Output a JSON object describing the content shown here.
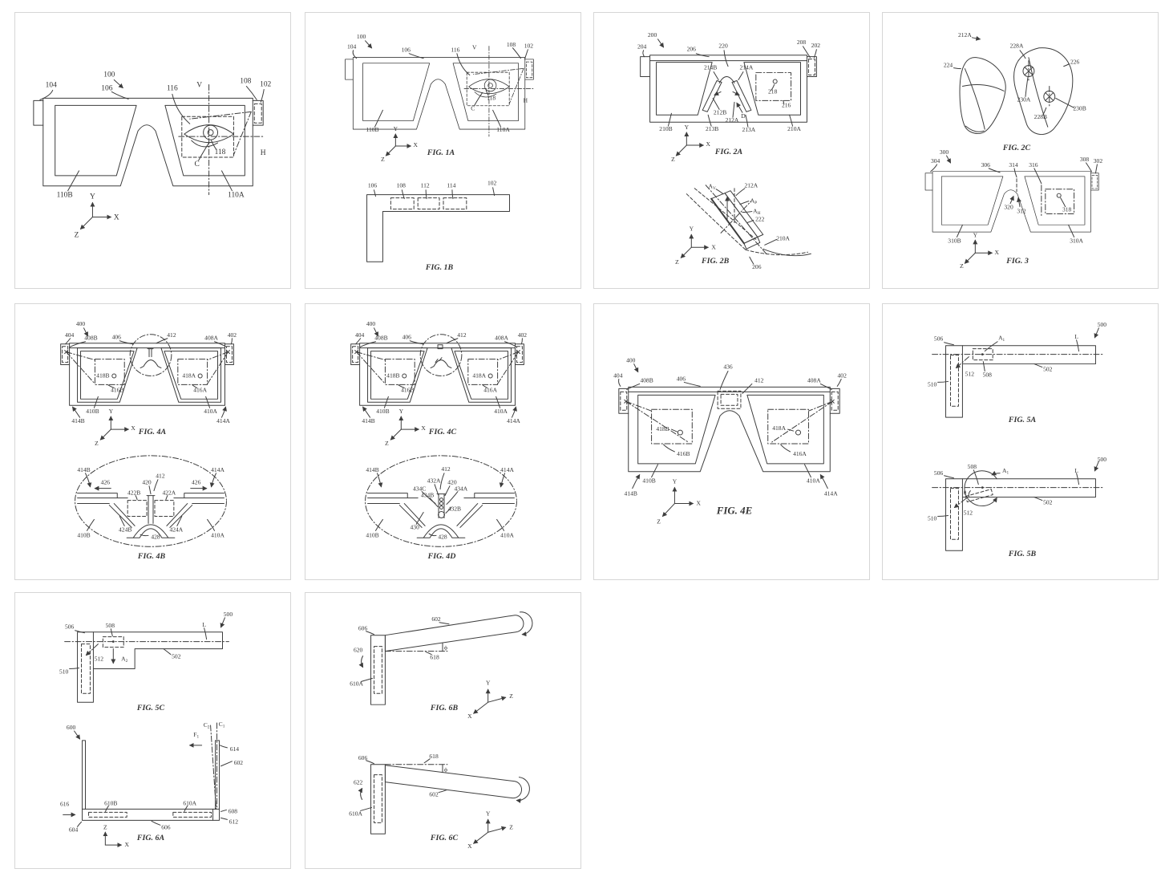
{
  "page": {
    "bg": "#ffffff",
    "panel_border": "#d6d6d6",
    "ink": "#3d3d3d"
  },
  "axes": {
    "x": "X",
    "y": "Y",
    "z": "Z"
  },
  "f1": {
    "r": {
      "100": "100",
      "104": "104",
      "106": "106",
      "116": "116",
      "V": "V",
      "108": "108",
      "102": "102",
      "118": "118",
      "C": "C",
      "H": "H",
      "110B": "110B",
      "110A": "110A"
    }
  },
  "f1a": {
    "cap": "FIG. 1A",
    "r": {
      "100": "100",
      "104": "104",
      "106": "106",
      "116": "116",
      "V": "V",
      "108": "108",
      "102": "102",
      "118": "118",
      "C": "C",
      "H": "H",
      "110B": "110B",
      "110A": "110A"
    }
  },
  "f1b": {
    "cap": "FIG. 1B",
    "r": {
      "106": "106",
      "108": "108",
      "112": "112",
      "114": "114",
      "102": "102"
    }
  },
  "f2a": {
    "cap": "FIG. 2A",
    "r": {
      "200": "200",
      "204": "204",
      "206": "206",
      "220": "220",
      "208": "208",
      "202": "202",
      "214B": "214B",
      "214A": "214A",
      "212B": "212B",
      "212A": "212A",
      "D": "D",
      "218": "218",
      "216": "216",
      "210B": "210B",
      "213B": "213B",
      "213A": "213A",
      "210A": "210A"
    }
  },
  "f2b": {
    "cap": "FIG. 2B",
    "r": {
      "AVb": "A",
      "AVs": "V",
      "APb": "A",
      "APs": "P",
      "AHb": "A",
      "AHs": "H",
      "212A": "212A",
      "222": "222",
      "210A": "210A",
      "206": "206"
    }
  },
  "f2c": {
    "cap": "FIG. 2C",
    "r": {
      "212A": "212A",
      "224": "224",
      "228A": "228A",
      "226": "226",
      "230A": "230A",
      "230B": "230B",
      "228B": "228B"
    }
  },
  "f3": {
    "cap": "FIG. 3",
    "r": {
      "300": "300",
      "304": "304",
      "306": "306",
      "314": "314",
      "316": "316",
      "308": "308",
      "302": "302",
      "320": "320",
      "312": "312",
      "318": "318",
      "310B": "310B",
      "310A": "310A"
    }
  },
  "f4a": {
    "cap": "FIG. 4A",
    "r": {
      "400": "400",
      "404": "404",
      "408B": "408B",
      "406": "406",
      "412": "412",
      "408A": "408A",
      "402": "402",
      "418B": "418B",
      "416B": "416B",
      "418A": "418A",
      "416A": "416A",
      "410B": "410B",
      "410A": "410A",
      "414B": "414B",
      "414A": "414A"
    }
  },
  "f4b": {
    "cap": "FIG. 4B",
    "r": {
      "414B": "414B",
      "426": "426",
      "420": "420",
      "412": "412",
      "414A": "414A",
      "422B": "422B",
      "422A": "422A",
      "424B": "424B",
      "424A": "424A",
      "410B": "410B",
      "428": "428",
      "410A": "410A"
    }
  },
  "f4c": {
    "cap": "FIG. 4C",
    "r": {
      "400": "400",
      "404": "404",
      "408B": "408B",
      "406": "406",
      "412": "412",
      "408A": "408A",
      "402": "402",
      "418B": "418B",
      "416B": "416B",
      "418A": "418A",
      "416A": "416A",
      "410B": "410B",
      "410A": "410A",
      "414B": "414B",
      "414A": "414A"
    }
  },
  "f4d": {
    "cap": "FIG. 4D",
    "r": {
      "414B": "414B",
      "412": "412",
      "432A": "432A",
      "420": "420",
      "414A": "414A",
      "434C": "434C",
      "434B": "434B",
      "434A": "434A",
      "432B": "432B",
      "430": "430",
      "410B": "410B",
      "428": "428",
      "410A": "410A"
    }
  },
  "f4e": {
    "cap": "FIG. 4E",
    "r": {
      "400": "400",
      "404": "404",
      "408B": "408B",
      "406": "406",
      "436": "436",
      "412": "412",
      "408A": "408A",
      "402": "402",
      "418B": "418B",
      "416B": "416B",
      "418A": "418A",
      "416A": "416A",
      "410B": "410B",
      "410A": "410A",
      "414B": "414B",
      "414A": "414A"
    }
  },
  "f5a": {
    "cap": "FIG. 5A",
    "r": {
      "506": "506",
      "A1b": "A",
      "A1s": "1",
      "L": "L",
      "500": "500",
      "512": "512",
      "508": "508",
      "502": "502",
      "510": "510"
    }
  },
  "f5b": {
    "cap": "FIG. 5B",
    "r": {
      "506": "506",
      "508": "508",
      "A1b": "A",
      "A1s": "1",
      "L": "L",
      "500": "500",
      "theta": "θ",
      "512": "512",
      "502": "502",
      "510": "510"
    }
  },
  "f5c": {
    "cap": "FIG. 5C",
    "r": {
      "506": "506",
      "508": "508",
      "L": "L",
      "500": "500",
      "512": "512",
      "A2b": "A",
      "A2s": "2",
      "502": "502",
      "510": "510"
    }
  },
  "f6a": {
    "cap": "FIG. 6A",
    "r": {
      "600": "600",
      "C2b": "C",
      "C2s": "2",
      "C1b": "C",
      "C1s": "1",
      "F1b": "F",
      "F1s": "1",
      "614": "614",
      "602": "602",
      "616": "616",
      "610B": "610B",
      "610A": "610A",
      "608": "608",
      "612": "612",
      "604": "604",
      "606": "606"
    }
  },
  "f6b": {
    "cap": "FIG. 6B",
    "r": {
      "606": "606",
      "602": "602",
      "620": "620",
      "618": "618",
      "610A": "610A",
      "phi": "ϕ"
    }
  },
  "f6c": {
    "cap": "FIG. 6C",
    "r": {
      "606": "606",
      "618": "618",
      "622": "622",
      "602": "602",
      "610A": "610A",
      "phi": "ϕ"
    }
  }
}
